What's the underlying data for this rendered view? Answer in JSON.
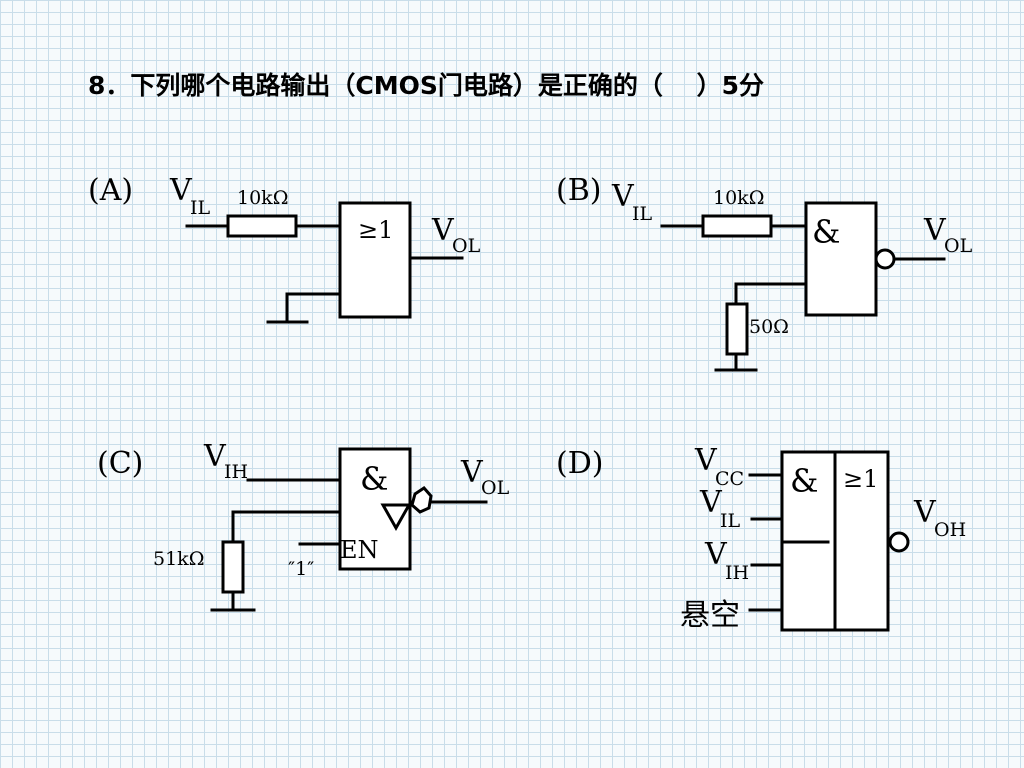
{
  "question": "8．下列哪个电路输出（CMOS门电路）是正确的（　 ）5分",
  "circuits": {
    "a": {
      "label": "(A)",
      "input": "V",
      "input_sub": "IL",
      "resistor": "10kΩ",
      "gate": "≥1",
      "output": "V",
      "output_sub": "OL"
    },
    "b": {
      "label": "(B)",
      "input": "V",
      "input_sub": "IL",
      "resistor_top": "10kΩ",
      "resistor_bottom": "50Ω",
      "gate": "&",
      "output": "V",
      "output_sub": "OL"
    },
    "c": {
      "label": "(C)",
      "input": "V",
      "input_sub": "IH",
      "resistor": "51kΩ",
      "enable_value": "″1″",
      "enable_pin": "EN",
      "gate": "&",
      "output": "V",
      "output_sub": "OL"
    },
    "d": {
      "label": "(D)",
      "in1": "V",
      "in1_sub": "CC",
      "in2": "V",
      "in2_sub": "IL",
      "in3": "V",
      "in3_sub": "IH",
      "in4": "悬空",
      "gate_left": "&",
      "gate_right": "≥1",
      "output": "V",
      "output_sub": "OH"
    }
  }
}
